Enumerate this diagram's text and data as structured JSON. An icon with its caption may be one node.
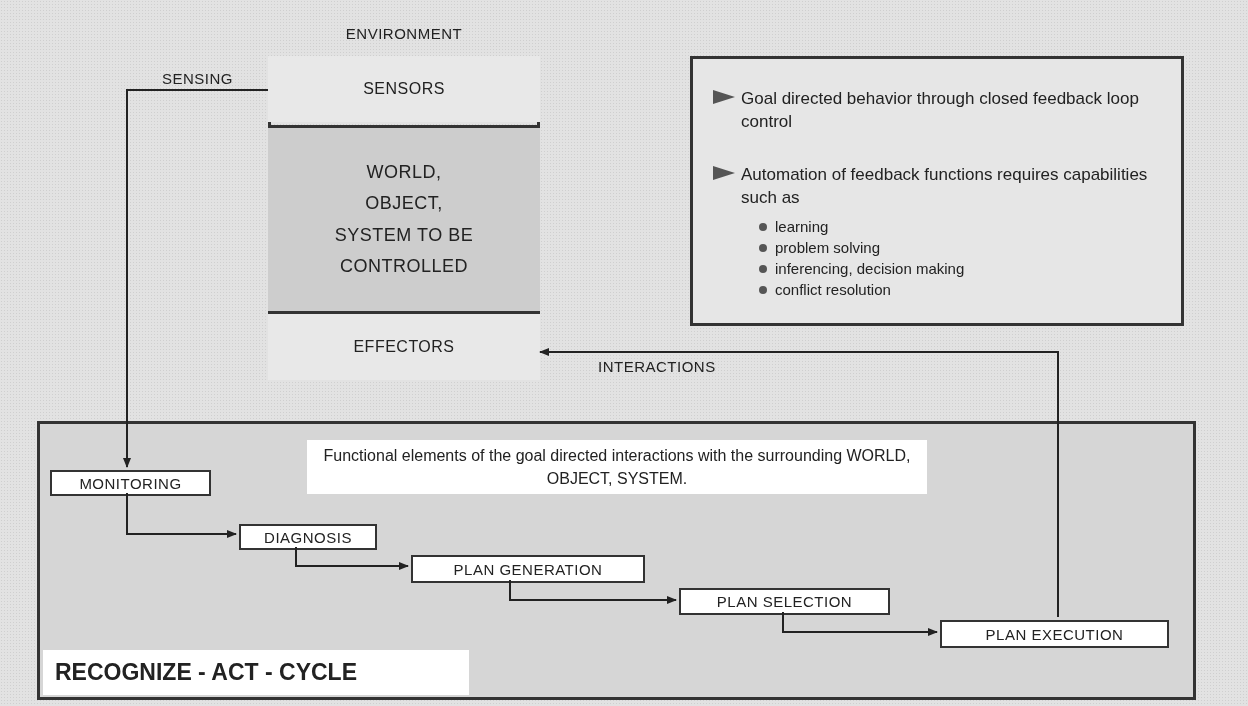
{
  "diagram": {
    "nodes": [
      {
        "text": [
          "ENVIRONMENT"
        ]
      },
      {
        "text": [
          "SENSORS"
        ],
        "in": 0
      },
      {
        "text": [
          "WORLD, OBJECT, SYSTEM TO BE CONTROLLED"
        ],
        "in": 0
      },
      {
        "text": [
          "EFFECTORS"
        ],
        "in": 0
      },
      {
        "text": [
          "Goal directed behavior through closed feedback loop control",
          "Automation of feedback functions requires capabilities such as",
          "learning",
          "problem solving",
          "inferencing, decision making",
          "conflict resolution"
        ]
      },
      {
        "text": [
          "Functional elements of the goal directed interactions with the surrounding WORLD, OBJECT, SYSTEM.",
          "RECOGNIZE - ACT - CYCLE"
        ]
      },
      {
        "text": [
          "MONITORING"
        ],
        "in": 5
      },
      {
        "text": [
          "DIAGNOSIS"
        ],
        "in": 5
      },
      {
        "text": [
          "PLAN GENERATION"
        ],
        "in": 5
      },
      {
        "text": [
          "PLAN SELECTION"
        ],
        "in": 5
      },
      {
        "text": [
          "PLAN EXECUTION"
        ],
        "in": 5
      }
    ],
    "edges": [
      {
        "from": 1,
        "to": 6,
        "arrow": "to",
        "label": "SENSING"
      },
      {
        "from": 6,
        "to": 7,
        "arrow": "to"
      },
      {
        "from": 7,
        "to": 8,
        "arrow": "to"
      },
      {
        "from": 8,
        "to": 9,
        "arrow": "to"
      },
      {
        "from": 9,
        "to": 10,
        "arrow": "to"
      },
      {
        "from": 10,
        "to": 3,
        "arrow": "to",
        "label": "INTERACTIONS"
      }
    ]
  }
}
